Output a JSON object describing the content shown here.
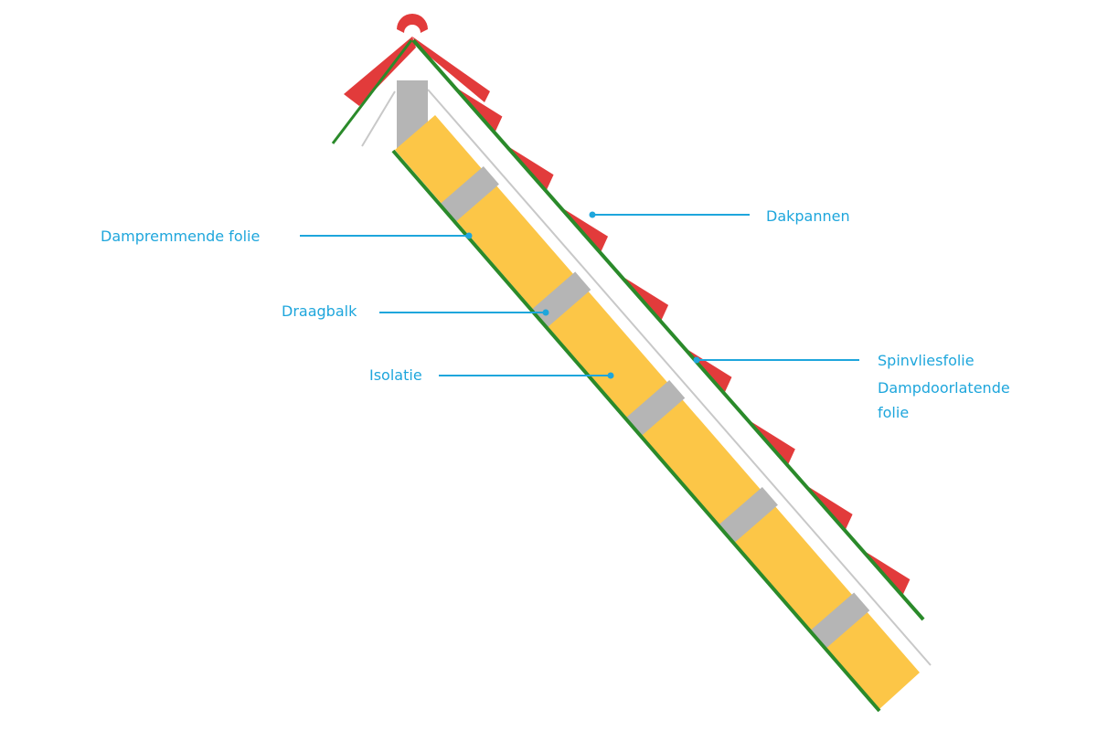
{
  "colors": {
    "label": "#1ea6dc",
    "tile": "#e23b3b",
    "membrane": "#2a8a2a",
    "insulation": "#fcc647",
    "rafter": "#b5b5b5",
    "line": "#c8c8c8"
  },
  "labels": {
    "dampremmende": "Dampremmende folie",
    "draagbalk": "Draagbalk",
    "isolatie": "Isolatie",
    "dakpannen": "Dakpannen",
    "spinvlies": "Spinvliesfolie",
    "dampdoorlatende_1": "Dampdoorlatende",
    "dampdoorlatende_2": "folie"
  }
}
